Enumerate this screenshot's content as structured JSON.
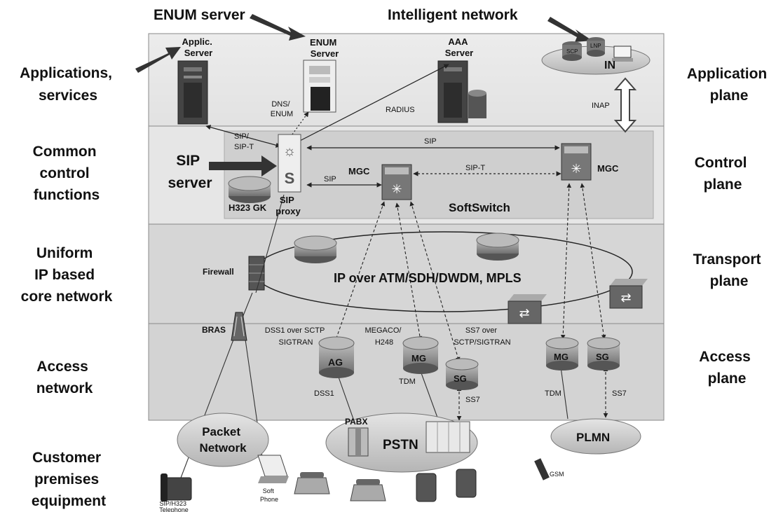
{
  "top_labels": {
    "enum_server": "ENUM server",
    "intelligent_network": "Intelligent network"
  },
  "left_labels": {
    "applications": [
      "Applications,",
      "services"
    ],
    "common_control": [
      "Common",
      "control",
      "functions"
    ],
    "core_network": [
      "Uniform",
      "IP based",
      "core network"
    ],
    "access_network": [
      "Access",
      "network"
    ],
    "cpe": [
      "Customer",
      "premises",
      "equipment"
    ],
    "sip_server": [
      "SIP",
      "server"
    ]
  },
  "right_labels": {
    "application_plane": [
      "Application",
      "plane"
    ],
    "control_plane": [
      "Control",
      "plane"
    ],
    "transport_plane": [
      "Transport",
      "plane"
    ],
    "access_plane": [
      "Access",
      "plane"
    ]
  },
  "application_plane": {
    "applic_server": [
      "Applic.",
      "Server"
    ],
    "enum_server": [
      "ENUM",
      "Server"
    ],
    "aaa_server": [
      "AAA",
      "Server"
    ],
    "in_label": "IN",
    "scp": "SCP",
    "lnp": "LNP",
    "dns_enum": [
      "DNS/",
      "ENUM"
    ],
    "radius": "RADIUS",
    "inap": "INAP"
  },
  "control_plane": {
    "sip_top": "SIP",
    "sip_left": "SIP",
    "sip_t_left": [
      "SIP/",
      "SIP-T"
    ],
    "sip_t_mid": "SIP-T",
    "mgc_left": "MGC",
    "mgc_right": "MGC",
    "softswitch": "SoftSwitch",
    "h323_gk": "H323 GK",
    "sip_proxy": [
      "SIP",
      "proxy"
    ]
  },
  "transport_plane": {
    "firewall": "Firewall",
    "ip_over": "IP over ATM/SDH/DWDM, MPLS"
  },
  "access_plane": {
    "bras": "BRAS",
    "dss1_sctp": [
      "DSS1 over SCTP",
      "SIGTRAN"
    ],
    "megaco": [
      "MEGACO/",
      "H248"
    ],
    "ss7_sctp": [
      "SS7 over",
      "SCTP/SIGTRAN"
    ],
    "ag": "AG",
    "mg1": "MG",
    "sg1": "SG",
    "mg2": "MG",
    "sg2": "SG",
    "dss1": "DSS1",
    "tdm1": "TDM",
    "ss7_1": "SS7",
    "tdm2": "TDM",
    "ss7_2": "SS7"
  },
  "customer": {
    "packet_network": [
      "Packet",
      "Network"
    ],
    "pstn": "PSTN",
    "pabx": "PABX",
    "plmn": "PLMN",
    "gsm": "GSM",
    "sip_phone": [
      "SIP/H323",
      "Telephone"
    ],
    "soft_phone": [
      "Soft",
      "Phone"
    ]
  }
}
